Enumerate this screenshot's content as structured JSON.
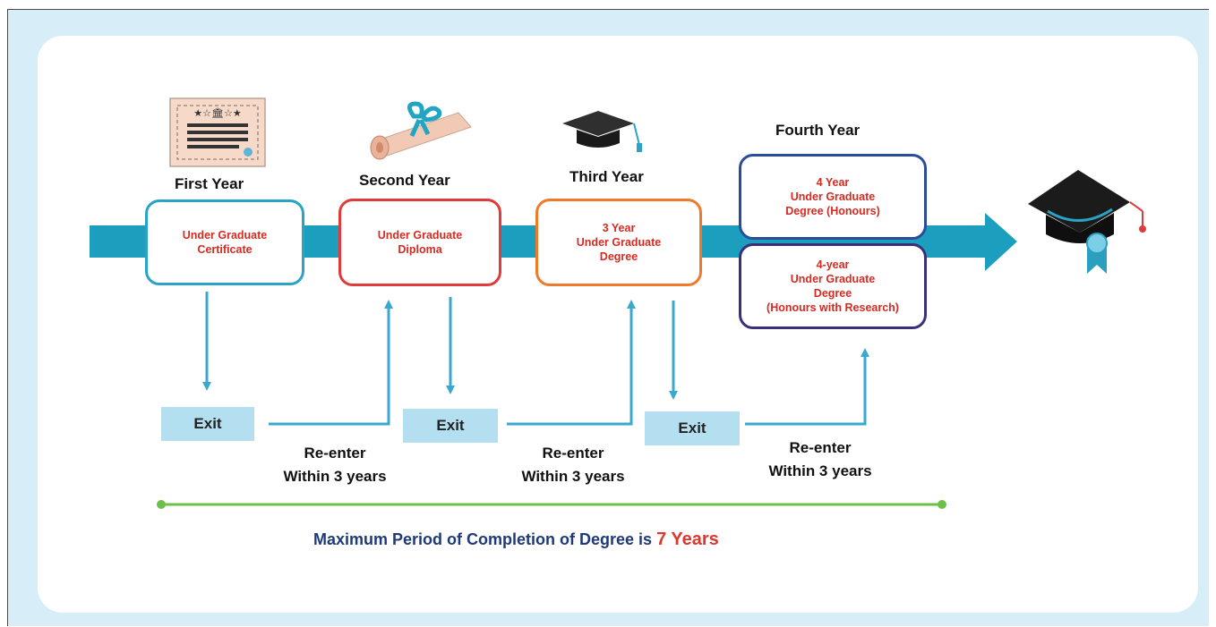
{
  "stages": [
    {
      "year_label": "First Year",
      "box_text": "Under Graduate\nCertificate",
      "icon": "certificate-icon",
      "color": "#2aa3c6"
    },
    {
      "year_label": "Second Year",
      "box_text": "Under Graduate\nDiploma",
      "icon": "diploma-scroll-icon",
      "color": "#e03a3a"
    },
    {
      "year_label": "Third Year",
      "box_text": "3 Year\nUnder Graduate\nDegree",
      "icon": "graduation-cap-icon",
      "color": "#f07a2a"
    },
    {
      "year_label": "Fourth Year",
      "boxes": [
        {
          "text": "4 Year\nUnder Graduate\nDegree (Honours)"
        },
        {
          "text": "4-year\nUnder Graduate\nDegree\n(Honours with Research)"
        }
      ],
      "color": "#2b4b9b"
    }
  ],
  "exit_label": "Exit",
  "reentry": [
    {
      "line1": "Re-enter",
      "line2": "Within 3 years"
    },
    {
      "line1": "Re-enter",
      "line2": "Within 3 years"
    },
    {
      "line1": "Re-enter",
      "line2": "Within 3 years"
    }
  ],
  "footer": {
    "text": "Maximum Period of Completion of Degree is ",
    "highlight": "7 Years"
  },
  "colors": {
    "arrow": "#1c9fbf",
    "connector": "#3aa8cf",
    "timeline": "#6cc04a",
    "exit_bg": "#b4dff0"
  }
}
